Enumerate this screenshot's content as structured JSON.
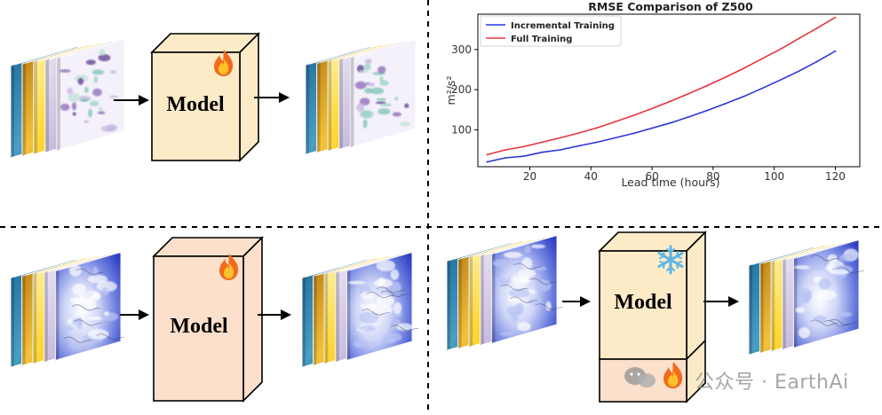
{
  "colors": {
    "panel_top_left": "#fdebc8",
    "panel_bottom": "#fce0cb",
    "frozen_part": "#fdebc8",
    "trainable_part": "#fbe0cc",
    "incremental": "#2b35d8",
    "full": "#e8343c"
  },
  "panels": [
    {
      "model_label": "Model",
      "status_icon": "fire-icon",
      "input_stack": "mixed-fields",
      "output_stack": "mixed-fields"
    },
    {
      "model_label": "Model",
      "status_icon": "fire-icon",
      "input_stack": "blue-globe-fields",
      "output_stack": "blue-globe-fields"
    },
    {
      "model_label": "Model",
      "status_icon": "snowflake-icon",
      "bottom_icon": "fire-icon",
      "input_stack": "blue-globe-fields",
      "output_stack": "blue-globe-fields"
    }
  ],
  "watermark": {
    "text": "公众号 · EarthAi"
  },
  "chart_data": {
    "type": "line",
    "title": "RMSE Comparison of Z500",
    "xlabel": "Lead time (hours)",
    "ylabel": "m²/s²",
    "xlim": [
      3,
      128
    ],
    "ylim": [
      8,
      388
    ],
    "xticks": [
      20,
      40,
      60,
      80,
      100,
      120
    ],
    "yticks": [
      100,
      200,
      300
    ],
    "grid": false,
    "legend_position": "top-left",
    "x": [
      6,
      12,
      18,
      24,
      30,
      36,
      42,
      48,
      54,
      60,
      66,
      72,
      78,
      84,
      90,
      96,
      102,
      108,
      114,
      120
    ],
    "series": [
      {
        "name": "Incremental Training",
        "color": "#2b35d8",
        "values": [
          20,
          30,
          34,
          44,
          50,
          60,
          69,
          80,
          91,
          104,
          117,
          132,
          148,
          165,
          183,
          203,
          224,
          246,
          270,
          296
        ]
      },
      {
        "name": "Full Training",
        "color": "#e8343c",
        "values": [
          38,
          50,
          58,
          69,
          80,
          92,
          105,
          120,
          136,
          153,
          171,
          190,
          210,
          231,
          253,
          277,
          301,
          327,
          353,
          380
        ]
      }
    ]
  }
}
